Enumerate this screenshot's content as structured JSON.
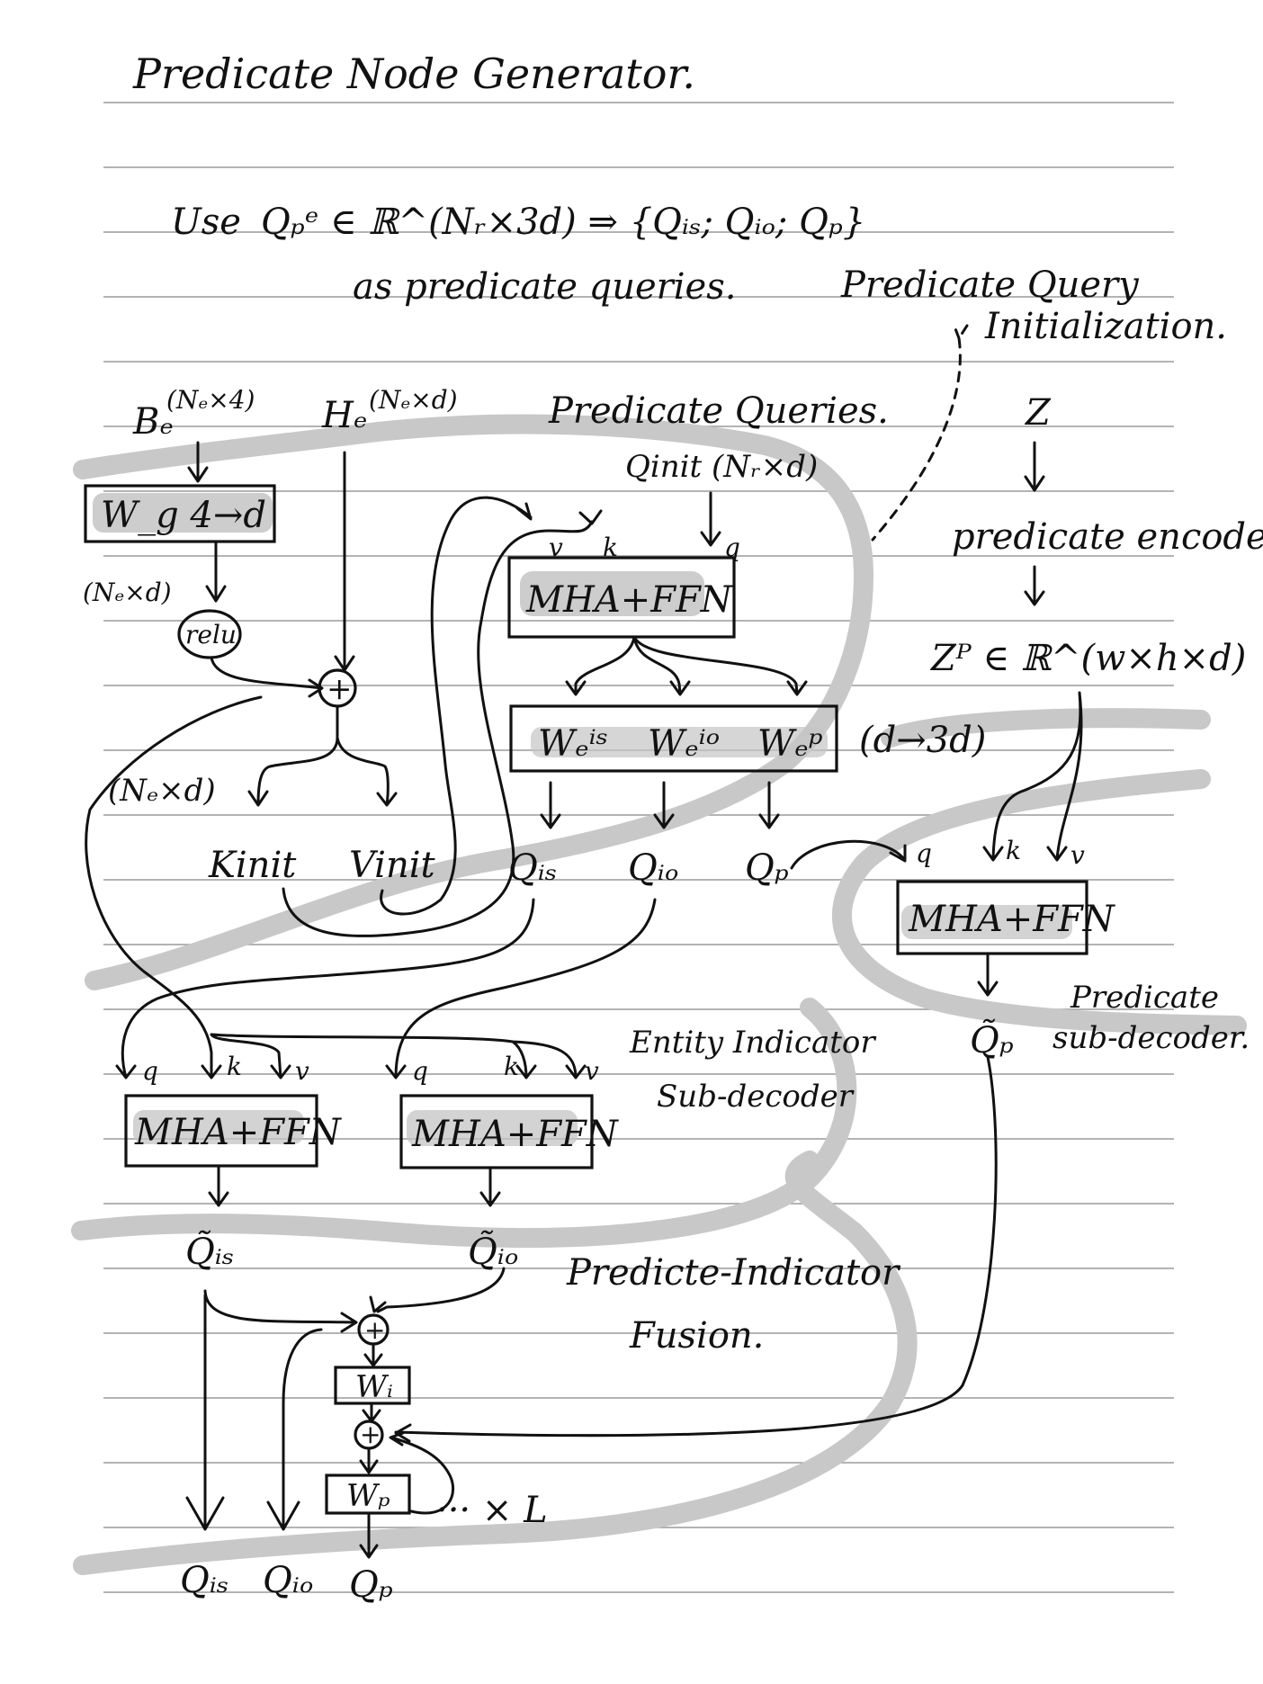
{
  "title": "Predicate Node Generator.",
  "intro": {
    "use_word": "Use",
    "formula": "Qₚᵉ ∈ ℝ^(Nᵣ×3d) ⇒ {Qᵢₛ; Qᵢₒ; Qₚ}",
    "line2": "as predicate queries."
  },
  "annotations": {
    "pqi_line1": "Predicate Query",
    "pqi_line2": "Initialization.",
    "predicate_queries": "Predicate Queries.",
    "qinit": "Qinit (Nᵣ×d)",
    "entity_indicator_1": "Entity Indicator",
    "entity_indicator_2": "Sub-decoder",
    "predicate_subdecoder_1": "Predicate",
    "predicate_subdecoder_2": "sub-decoder.",
    "fusion_1": "Predicte-Indicator",
    "fusion_2": "Fusion."
  },
  "inputs": {
    "be": "Bₑ",
    "be_dim": "(Nₑ×4)",
    "he": "Hₑ",
    "he_dim": "(Nₑ×d)"
  },
  "nodes": {
    "wg": "W_g 4→d",
    "ned_left": "(Nₑ×d)",
    "relu": "relu",
    "plus": "+",
    "ned_mid": "(Nₑ×d)",
    "kinit": "Kinit",
    "vinit": "Vinit",
    "mha_top": "MHA+FFN",
    "we_is": "Wₑⁱˢ",
    "we_io": "Wₑⁱᵒ",
    "we_p": "Wₑᵖ",
    "we_dim": "(d→3d)",
    "q_is": "Qᵢₛ",
    "q_io": "Qᵢₒ",
    "q_p": "Qₚ",
    "z": "Z",
    "predicate_encoder": "predicate encoder",
    "zp": "Zᴾ ∈ ℝ^(w×h×d)",
    "mha_right": "MHA+FFN",
    "qp_tilde": "Q̃ₚ",
    "mha_left": "MHA+FFN",
    "mha_mid": "MHA+FFN",
    "qis_tilde": "Q̃ᵢₛ",
    "qio_tilde": "Q̃ᵢₒ",
    "wi": "Wᵢ",
    "wp": "Wₚ",
    "times_l": "··· × L",
    "out_qis": "Qᵢₛ",
    "out_qio": "Qᵢₒ",
    "out_qp": "Qₚ"
  },
  "port_labels": {
    "v": "v",
    "k": "k",
    "q": "q"
  }
}
